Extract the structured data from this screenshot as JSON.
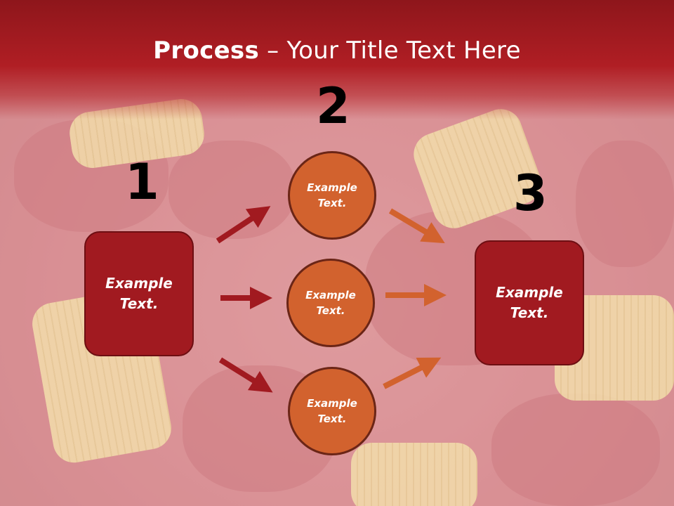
{
  "title": {
    "bold": "Process",
    "rest": " – Your Title Text Here"
  },
  "steps": [
    {
      "number": "1",
      "text": "Example Text."
    },
    {
      "number": "2",
      "circles": [
        "Example Text.",
        "Example Text.",
        "Example Text."
      ]
    },
    {
      "number": "3",
      "text": "Example Text."
    }
  ],
  "colors": {
    "header": "#b01e24",
    "box": "#a11a20",
    "circle": "#d2622e",
    "arrow_left": "#a11a20",
    "arrow_right": "#d2622e"
  }
}
